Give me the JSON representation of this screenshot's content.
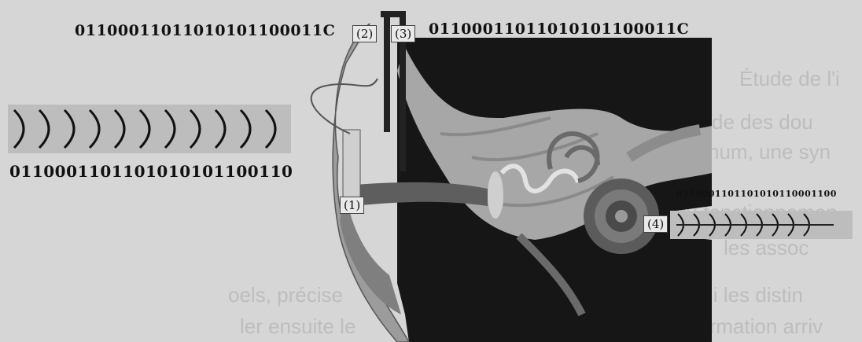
{
  "binary_top_left": "01100011011010101100011C",
  "binary_top_right": "01100011011010101100011C",
  "binary_mid_left": "0110001101101010101100110",
  "binary_right_small": "0110001101101010110001100",
  "labels": {
    "one": "(1)",
    "two": "(2)",
    "three": "(3)",
    "four": "(4)"
  },
  "background_text": [
    "Étude de l'i",
    "de des dou",
    "num, une syn",
    "nation du fonctionnemen",
    "les assoc",
    "oels, précise",
    "s audibles et ce qui les distin",
    "ler ensuite le",
    "nsmission de l'information arriv"
  ],
  "colors": {
    "wave_band": "#bdbdbd",
    "dark_bg": "#161616",
    "bone": "#a7a7a7"
  }
}
